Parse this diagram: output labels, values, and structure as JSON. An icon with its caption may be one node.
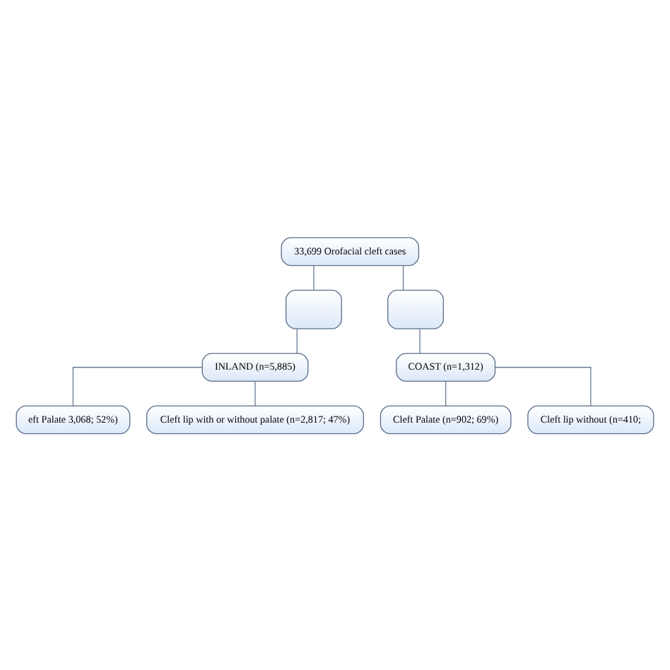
{
  "diagram": {
    "nodes": [
      {
        "text": [
          "33,699 Orofacial cleft cases"
        ]
      },
      {
        "text": [],
        "shape": "box"
      },
      {
        "text": [],
        "shape": "box"
      },
      {
        "text": [
          "INLAND (n=5,885)"
        ]
      },
      {
        "text": [
          "COAST (n=1,312)"
        ]
      },
      {
        "text": [
          "eft Palate 3,068; 52%)"
        ]
      },
      {
        "text": [
          "Cleft lip with or without palate (n=2,817; 47%)"
        ]
      },
      {
        "text": [
          "Cleft Palate (n=902; 69%)"
        ]
      },
      {
        "text": [
          "Cleft lip without (n=410;"
        ]
      }
    ],
    "edges": [
      {
        "from": 0,
        "to": 1,
        "arrow": "none"
      },
      {
        "from": 0,
        "to": 2,
        "arrow": "none"
      },
      {
        "from": 1,
        "to": 3,
        "arrow": "none"
      },
      {
        "from": 2,
        "to": 4,
        "arrow": "none"
      },
      {
        "from": 3,
        "to": 5,
        "arrow": "none"
      },
      {
        "from": 3,
        "to": 6,
        "arrow": "none"
      },
      {
        "from": 4,
        "to": 7,
        "arrow": "none"
      },
      {
        "from": 4,
        "to": 8,
        "arrow": "none"
      }
    ]
  }
}
